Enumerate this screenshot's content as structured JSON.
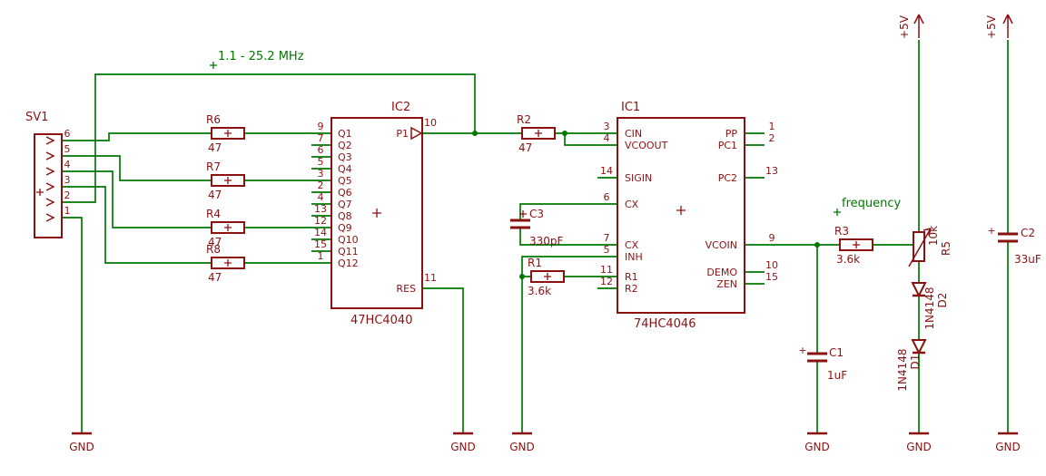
{
  "schematic": {
    "net_labels": {
      "freq_range": "1.1 - 25.2 MHz",
      "frequency": "frequency"
    },
    "power": {
      "vcc": "+5V",
      "gnd": "GND"
    },
    "sv1": {
      "name": "SV1",
      "pins": [
        "6",
        "5",
        "4",
        "3",
        "2",
        "1"
      ]
    },
    "ic2": {
      "name": "IC2",
      "value": "47HC4040",
      "left_pins": [
        {
          "num": "9",
          "label": "Q1"
        },
        {
          "num": "7",
          "label": "Q2"
        },
        {
          "num": "6",
          "label": "Q3"
        },
        {
          "num": "5",
          "label": "Q4"
        },
        {
          "num": "3",
          "label": "Q5"
        },
        {
          "num": "2",
          "label": "Q6"
        },
        {
          "num": "4",
          "label": "Q7"
        },
        {
          "num": "13",
          "label": "Q8"
        },
        {
          "num": "12",
          "label": "Q9"
        },
        {
          "num": "14",
          "label": "Q10"
        },
        {
          "num": "15",
          "label": "Q11"
        },
        {
          "num": "1",
          "label": "Q12"
        }
      ],
      "right_pins": [
        {
          "num": "10",
          "label": "P1"
        },
        {
          "num": "11",
          "label": "RES"
        }
      ]
    },
    "ic1": {
      "name": "IC1",
      "value": "74HC4046",
      "left_pins": [
        {
          "num": "3",
          "label": "CIN"
        },
        {
          "num": "4",
          "label": "VCOOUT"
        },
        {
          "num": "14",
          "label": "SIGIN"
        },
        {
          "num": "6",
          "label": "CX"
        },
        {
          "num": "7",
          "label": "CX"
        },
        {
          "num": "5",
          "label": "INH"
        },
        {
          "num": "11",
          "label": "R1"
        },
        {
          "num": "12",
          "label": "R2"
        }
      ],
      "right_pins": [
        {
          "num": "1",
          "label": "PP"
        },
        {
          "num": "2",
          "label": "PC1"
        },
        {
          "num": "13",
          "label": "PC2"
        },
        {
          "num": "9",
          "label": "VCOIN"
        },
        {
          "num": "10",
          "label": "DEMO"
        },
        {
          "num": "15",
          "label": "ZEN"
        }
      ]
    },
    "resistors": {
      "r6": {
        "name": "R6",
        "value": "47"
      },
      "r7": {
        "name": "R7",
        "value": "47"
      },
      "r4": {
        "name": "R4",
        "value": "47"
      },
      "r8": {
        "name": "R8",
        "value": "47"
      },
      "r2": {
        "name": "R2",
        "value": "47"
      },
      "r1": {
        "name": "R1",
        "value": "3.6k"
      },
      "r3": {
        "name": "R3",
        "value": "3.6k"
      },
      "r5": {
        "name": "R5",
        "value": "10k"
      }
    },
    "capacitors": {
      "c1": {
        "name": "C1",
        "value": "1uF",
        "polarity": "+"
      },
      "c2": {
        "name": "C2",
        "value": "33uF",
        "polarity": "+"
      },
      "c3": {
        "name": "C3",
        "value": "330pF"
      }
    },
    "diodes": {
      "d1": {
        "name": "D1",
        "value": "1N4148"
      },
      "d2": {
        "name": "D2",
        "value": "1N4148"
      }
    },
    "colors": {
      "net_green": "#007800",
      "symbol_maroon": "#8b1111",
      "background": "#ffffff"
    }
  }
}
